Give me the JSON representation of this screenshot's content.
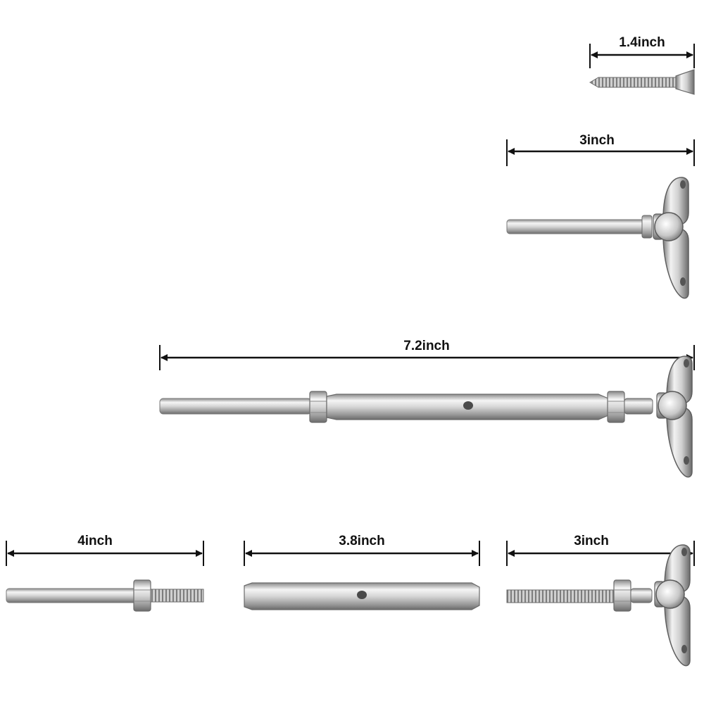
{
  "dimensions": {
    "screw": "1.4inch",
    "deck_toggle": "3inch",
    "assembled_turnbuckle": "7.2inch",
    "swage_stud": "4inch",
    "turnbuckle_body": "3.8inch",
    "threaded_deck_toggle": "3inch"
  },
  "colors": {
    "background": "#ffffff",
    "dimension_line": "#111111",
    "steel_light": "#f4f4f4",
    "steel_mid": "#bdbdbd",
    "steel_dark": "#6f6f6f"
  }
}
